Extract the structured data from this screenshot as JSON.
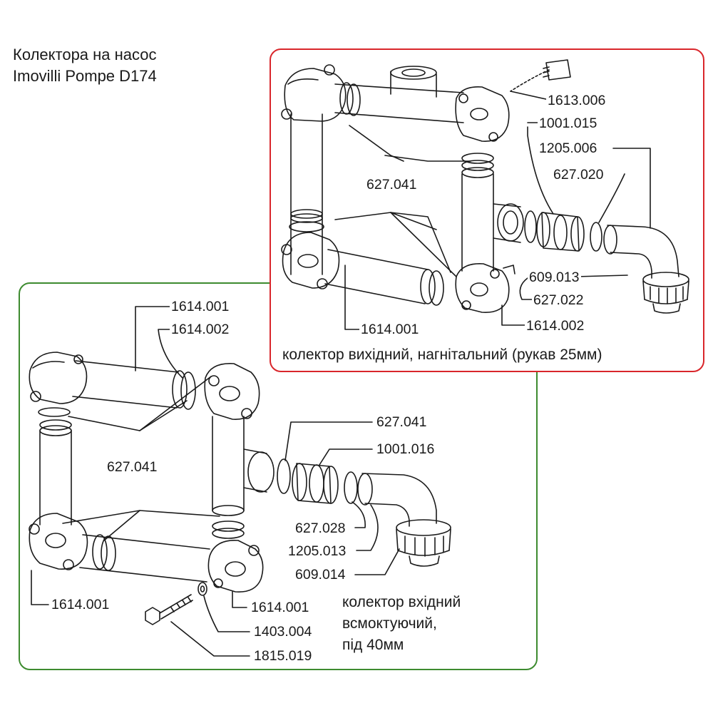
{
  "title": {
    "line1": "Колектора на насос",
    "line2": "Imovilli Pompe D174"
  },
  "outlet": {
    "caption": "колектор вихідний, нагнітальний (рукав 25мм)",
    "labels": {
      "l1613_006": "1613.006",
      "l1001_015": "1001.015",
      "l1205_006": "1205.006",
      "l627_020": "627.020",
      "l627_041": "627.041",
      "l609_013": "609.013",
      "l627_022": "627.022",
      "l1614_001": "1614.001",
      "l1614_002": "1614.002"
    }
  },
  "inlet": {
    "caption": [
      "колектор вхідний",
      "всмоктуючий,",
      "під 40мм"
    ],
    "labels": {
      "l1614_001_top": "1614.001",
      "l1614_002": "1614.002",
      "l627_041_left": "627.041",
      "l627_041_right": "627.041",
      "l1001_016": "1001.016",
      "l627_028": "627.028",
      "l1205_013": "1205.013",
      "l609_014": "609.014",
      "l1614_001_bl": "1614.001",
      "l1614_001_br": "1614.001",
      "l1403_004": "1403.004",
      "l1815_019": "1815.019"
    }
  },
  "colors": {
    "outlet_border": "#d9262b",
    "inlet_border": "#3d8b2f",
    "line": "#1a1a1a"
  }
}
